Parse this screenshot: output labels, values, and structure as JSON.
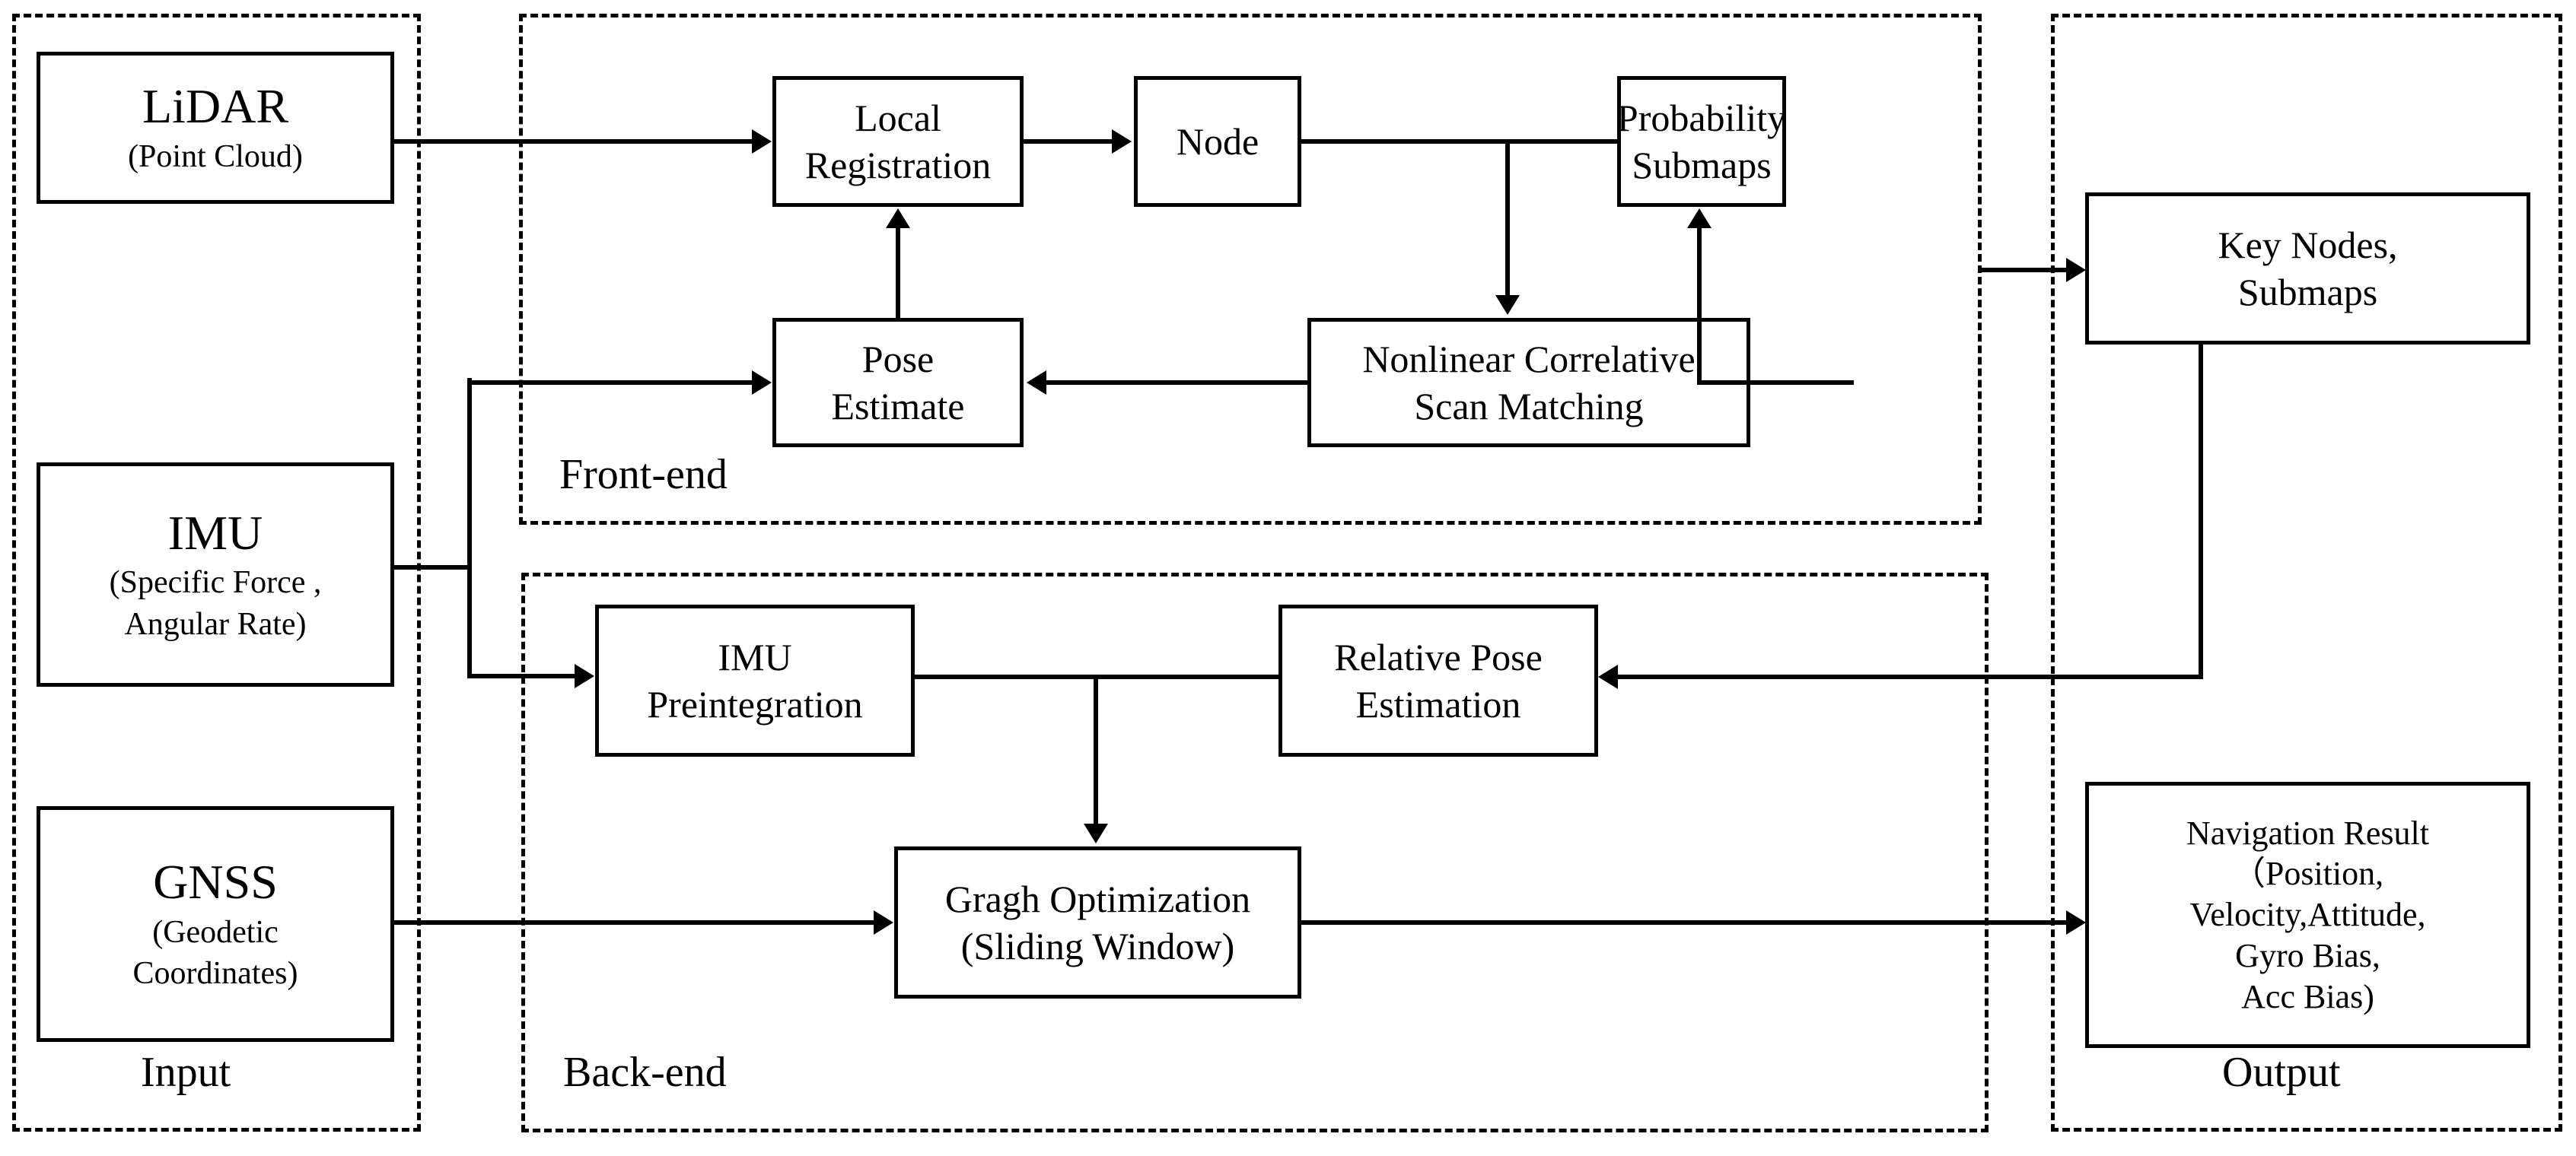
{
  "diagram": {
    "title": "LiDAR-IMU-GNSS SLAM System Architecture",
    "line_color": "#000000",
    "background": "#ffffff"
  },
  "groups": [
    {
      "id": "input",
      "label": "Input"
    },
    {
      "id": "front_end",
      "label": "Front-end"
    },
    {
      "id": "back_end",
      "label": "Back-end"
    },
    {
      "id": "output",
      "label": "Output"
    }
  ],
  "input_nodes": [
    {
      "id": "lidar",
      "lines": [
        "LiDAR",
        "(Point Cloud)"
      ]
    },
    {
      "id": "imu",
      "lines": [
        "IMU",
        "(Specific Force ,",
        "Angular Rate)"
      ]
    },
    {
      "id": "gnss",
      "lines": [
        "GNSS",
        "(Geodetic",
        "Coordinates)"
      ]
    }
  ],
  "front_end_nodes": [
    {
      "id": "local_registration",
      "lines": [
        "Local",
        "Registration"
      ]
    },
    {
      "id": "node",
      "lines": [
        "Node"
      ]
    },
    {
      "id": "probability_submaps",
      "lines": [
        "Probability",
        "Submaps"
      ]
    },
    {
      "id": "pose_estimate",
      "lines": [
        "Pose",
        "Estimate"
      ]
    },
    {
      "id": "ncsm",
      "lines": [
        "Nonlinear Correlative",
        "Scan Matching"
      ]
    }
  ],
  "back_end_nodes": [
    {
      "id": "imu_preintegration",
      "lines": [
        "IMU",
        "Preintegration"
      ]
    },
    {
      "id": "relative_pose",
      "lines": [
        "Relative Pose",
        "Estimation"
      ]
    },
    {
      "id": "graph_optimization",
      "lines": [
        "Gragh Optimization",
        "(Sliding Window)"
      ]
    }
  ],
  "output_nodes": [
    {
      "id": "key_nodes",
      "lines": [
        "Key Nodes,",
        "Submaps"
      ]
    },
    {
      "id": "navigation_result",
      "lines": [
        "Navigation Result",
        "（Position,",
        "Velocity,Attitude,",
        "Gyro Bias,",
        "Acc Bias)"
      ]
    }
  ],
  "connections": [
    {
      "from": "lidar",
      "to": "local_registration",
      "arrow": "right"
    },
    {
      "from": "local_registration",
      "to": "node",
      "arrow": "right"
    },
    {
      "from": "node",
      "to": "probability_submaps",
      "arrow": "none"
    },
    {
      "from": "node",
      "to": "ncsm",
      "arrow": "down"
    },
    {
      "from": "ncsm",
      "to": "probability_submaps",
      "arrow": "up"
    },
    {
      "from": "ncsm",
      "to": "pose_estimate",
      "arrow": "left"
    },
    {
      "from": "pose_estimate",
      "to": "local_registration",
      "arrow": "up"
    },
    {
      "from": "imu",
      "to": "pose_estimate",
      "arrow": "right"
    },
    {
      "from": "imu",
      "to": "imu_preintegration",
      "arrow": "right"
    },
    {
      "from": "probability_submaps",
      "to": "key_nodes",
      "arrow": "right"
    },
    {
      "from": "key_nodes",
      "to": "relative_pose",
      "arrow": "left"
    },
    {
      "from": "relative_pose",
      "to": "imu_preintegration",
      "arrow": "none"
    },
    {
      "from": "imu_preintegration",
      "to": "graph_optimization",
      "arrow": "down"
    },
    {
      "from": "gnss",
      "to": "graph_optimization",
      "arrow": "right"
    },
    {
      "from": "graph_optimization",
      "to": "navigation_result",
      "arrow": "right"
    }
  ]
}
